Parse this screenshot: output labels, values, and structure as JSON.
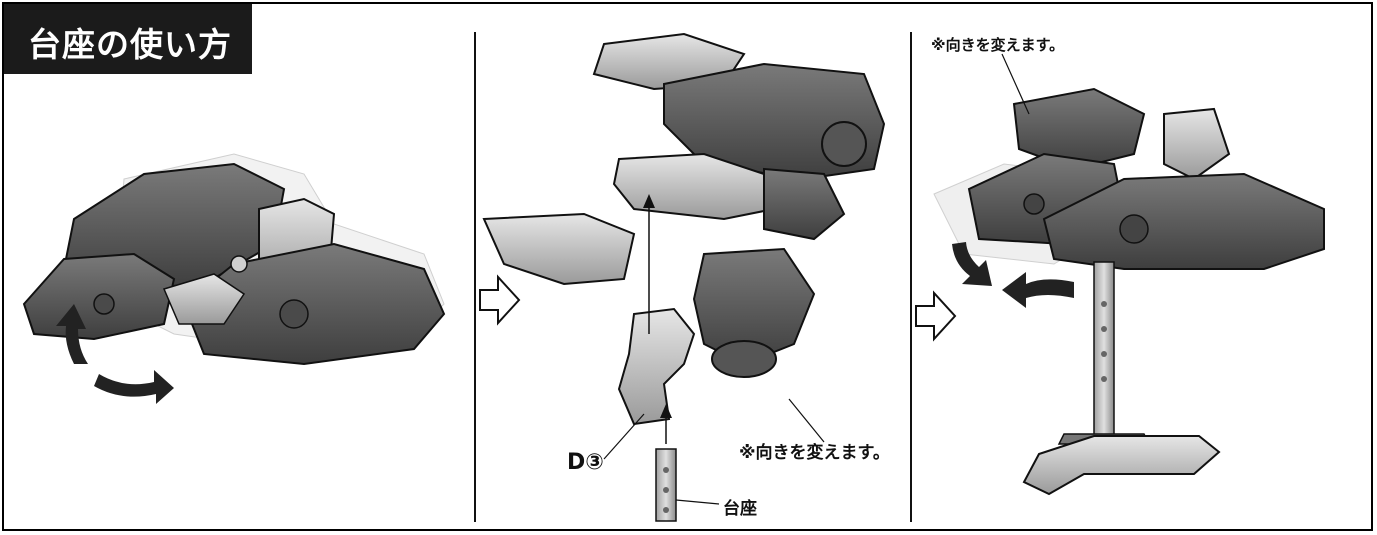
{
  "section": {
    "title": "台座の使い方"
  },
  "panel2": {
    "part_label": "D③",
    "note": "※向きを変えます。",
    "stand_label": "台座"
  },
  "panel3": {
    "note": "※向きを変えます。"
  },
  "colors": {
    "frame": "#000000",
    "title_bg": "#1b1b1b",
    "title_text": "#ffffff",
    "dark_part": "#5a5a5a",
    "mid_part": "#8a8a8a",
    "light_part": "#cfcfcf"
  },
  "icons": [
    "right-step-arrow-icon",
    "rotate-arrow-icon"
  ]
}
